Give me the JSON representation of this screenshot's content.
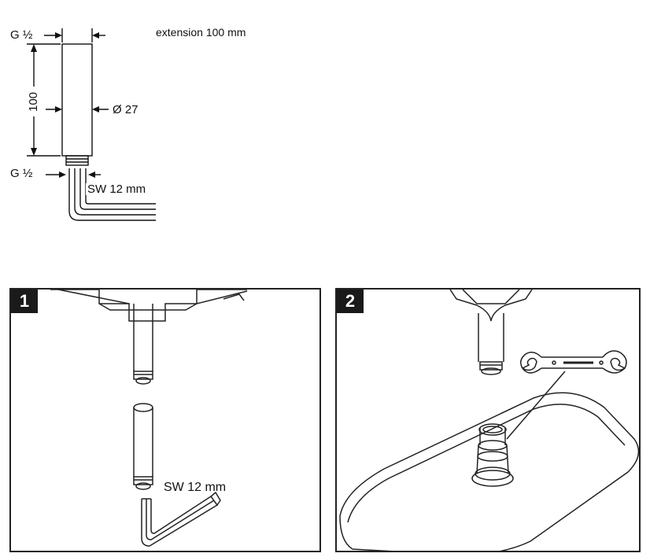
{
  "dimension_drawing": {
    "top_thread": "G ½",
    "bottom_thread": "G ½",
    "length": "100",
    "diameter": "Ø 27",
    "wrench_size": "SW 12 mm",
    "note": "extension 100 mm"
  },
  "steps": [
    {
      "number": "1",
      "tool_label": "SW 12 mm"
    },
    {
      "number": "2"
    }
  ],
  "icons": [
    "hex-key-icon",
    "open-end-wrench-icon"
  ]
}
